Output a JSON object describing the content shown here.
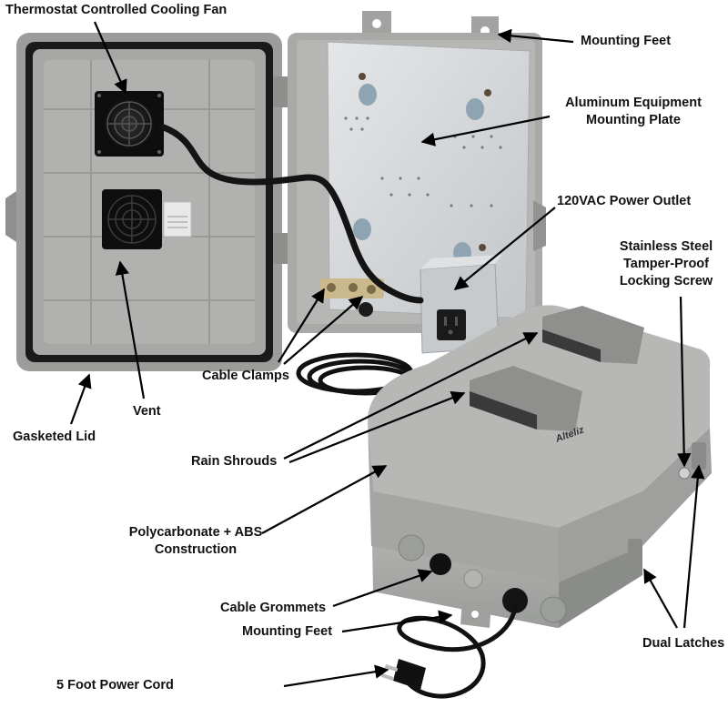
{
  "labels": {
    "fan": "Thermostat Controlled Cooling Fan",
    "mounting_feet_top": "Mounting Feet",
    "plate_line1": "Aluminum Equipment",
    "plate_line2": "Mounting Plate",
    "outlet": "120VAC Power Outlet",
    "screw_line1": "Stainless Steel",
    "screw_line2": "Tamper-Proof",
    "screw_line3": "Locking Screw",
    "cable_clamps": "Cable Clamps",
    "vent": "Vent",
    "gasketed_lid": "Gasketed Lid",
    "rain_shrouds": "Rain Shrouds",
    "material_line1": "Polycarbonate + ABS",
    "material_line2": "Construction",
    "cable_grommets": "Cable Grommets",
    "mounting_feet_bottom": "Mounting Feet",
    "dual_latches": "Dual Latches",
    "power_cord": "5 Foot Power Cord"
  },
  "brand": "Alteliz",
  "colors": {
    "enclosure_gray": "#a9aaa8",
    "enclosure_dark": "#8d8f8d",
    "plate_silver": "#d6d8da",
    "cord_black": "#111111",
    "text": "#111111"
  }
}
